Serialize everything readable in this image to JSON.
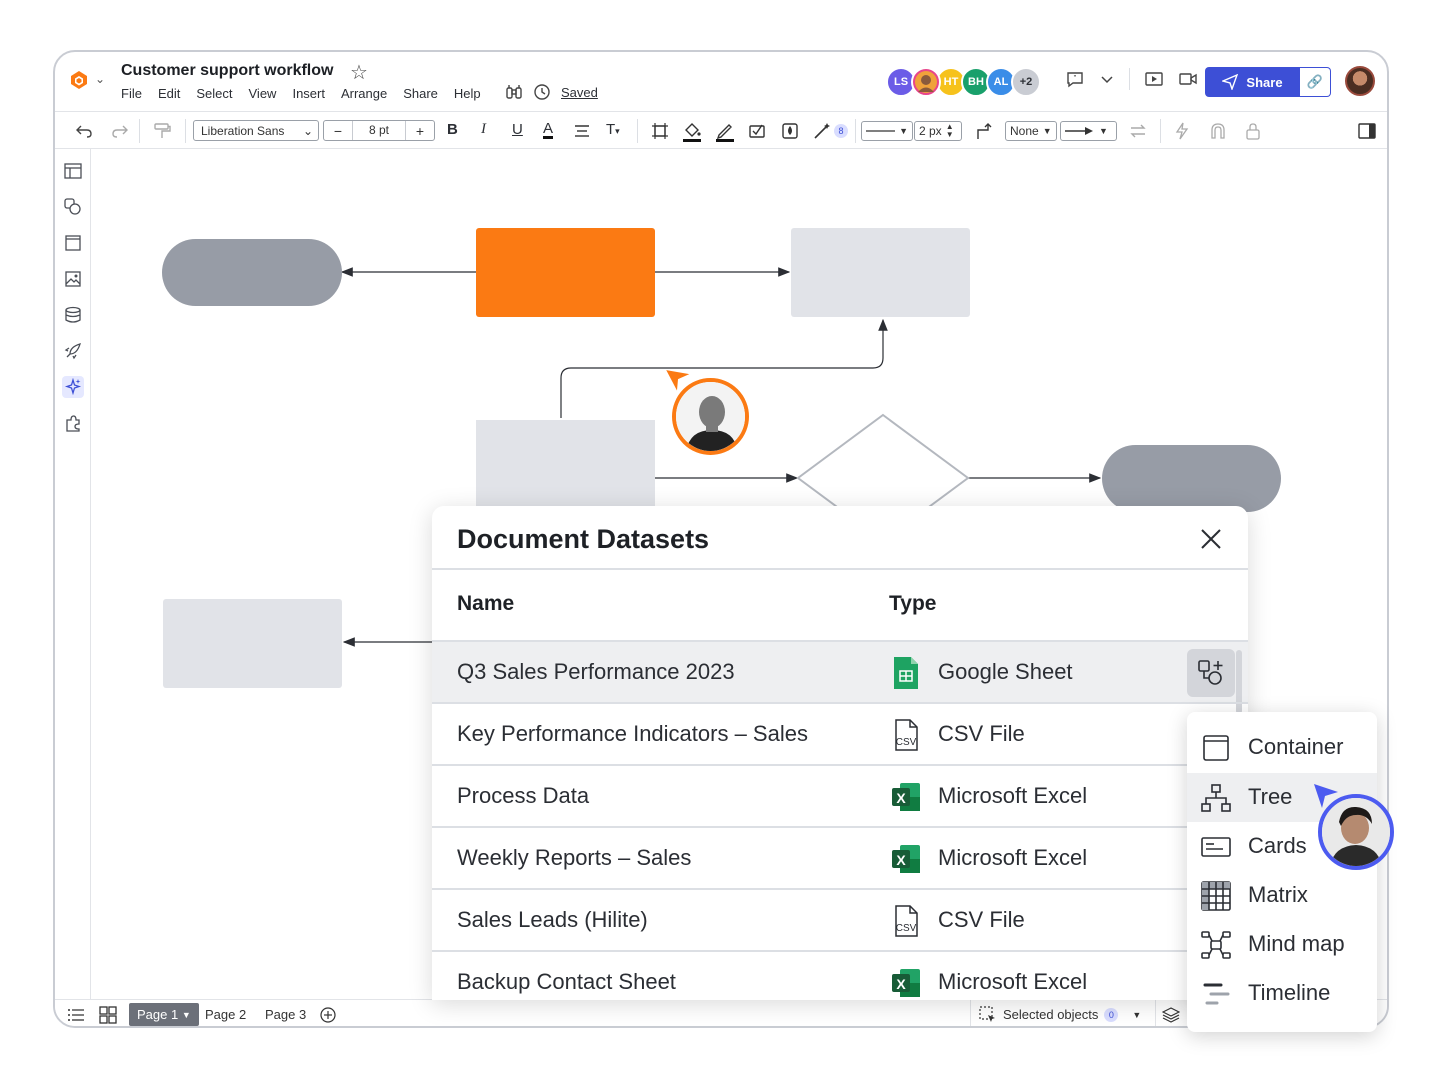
{
  "app": {
    "doc_title": "Customer support workflow",
    "saved_label": "Saved",
    "menu": [
      "File",
      "Edit",
      "Select",
      "View",
      "Insert",
      "Arrange",
      "Share",
      "Help"
    ],
    "share_label": "Share",
    "collaborators": [
      {
        "initials": "LS",
        "color": "#6b5ce7"
      },
      {
        "initials": "",
        "color": "#e8458b"
      },
      {
        "initials": "HT",
        "color": "#f6c21c"
      },
      {
        "initials": "BH",
        "color": "#19a06b"
      },
      {
        "initials": "AL",
        "color": "#3a8de8"
      },
      {
        "initials": "+2",
        "color": "#c9ccd3"
      }
    ]
  },
  "toolbar": {
    "font_family": "Liberation Sans",
    "font_size": "8 pt",
    "magic_badge": "8",
    "line_width": "2 px",
    "endpoint_start": "None"
  },
  "pages": {
    "tabs": [
      "Page 1",
      "Page 2",
      "Page 3"
    ],
    "selected_objects_label": "Selected objects",
    "selected_count": "0"
  },
  "datasets": {
    "title": "Document Datasets",
    "col_name": "Name",
    "col_type": "Type",
    "rows": [
      {
        "name": "Q3 Sales Performance 2023",
        "type": "Google Sheet",
        "icon": "google-sheet-icon"
      },
      {
        "name": "Key Performance Indicators – Sales",
        "type": "CSV File",
        "icon": "csv-icon"
      },
      {
        "name": "Process Data",
        "type": "Microsoft Excel",
        "icon": "excel-icon"
      },
      {
        "name": "Weekly Reports – Sales",
        "type": "Microsoft Excel",
        "icon": "excel-icon"
      },
      {
        "name": "Sales Leads (Hilite)",
        "type": "CSV File",
        "icon": "csv-icon"
      },
      {
        "name": "Backup Contact Sheet",
        "type": "Microsoft Excel",
        "icon": "excel-icon"
      }
    ]
  },
  "insert_menu": {
    "items": [
      {
        "label": "Container",
        "icon": "container-icon"
      },
      {
        "label": "Tree",
        "icon": "tree-icon"
      },
      {
        "label": "Cards",
        "icon": "cards-icon"
      },
      {
        "label": "Matrix",
        "icon": "matrix-icon"
      },
      {
        "label": "Mind map",
        "icon": "mind-map-icon"
      },
      {
        "label": "Timeline",
        "icon": "timeline-icon"
      }
    ]
  },
  "colors": {
    "accent": "#3d4fd6",
    "orange": "#fb7a13",
    "shape_gray": "#979ca6",
    "shape_light": "#e1e3e8",
    "excel_green": "#1f7a45",
    "sheets_green": "#1ea362"
  }
}
